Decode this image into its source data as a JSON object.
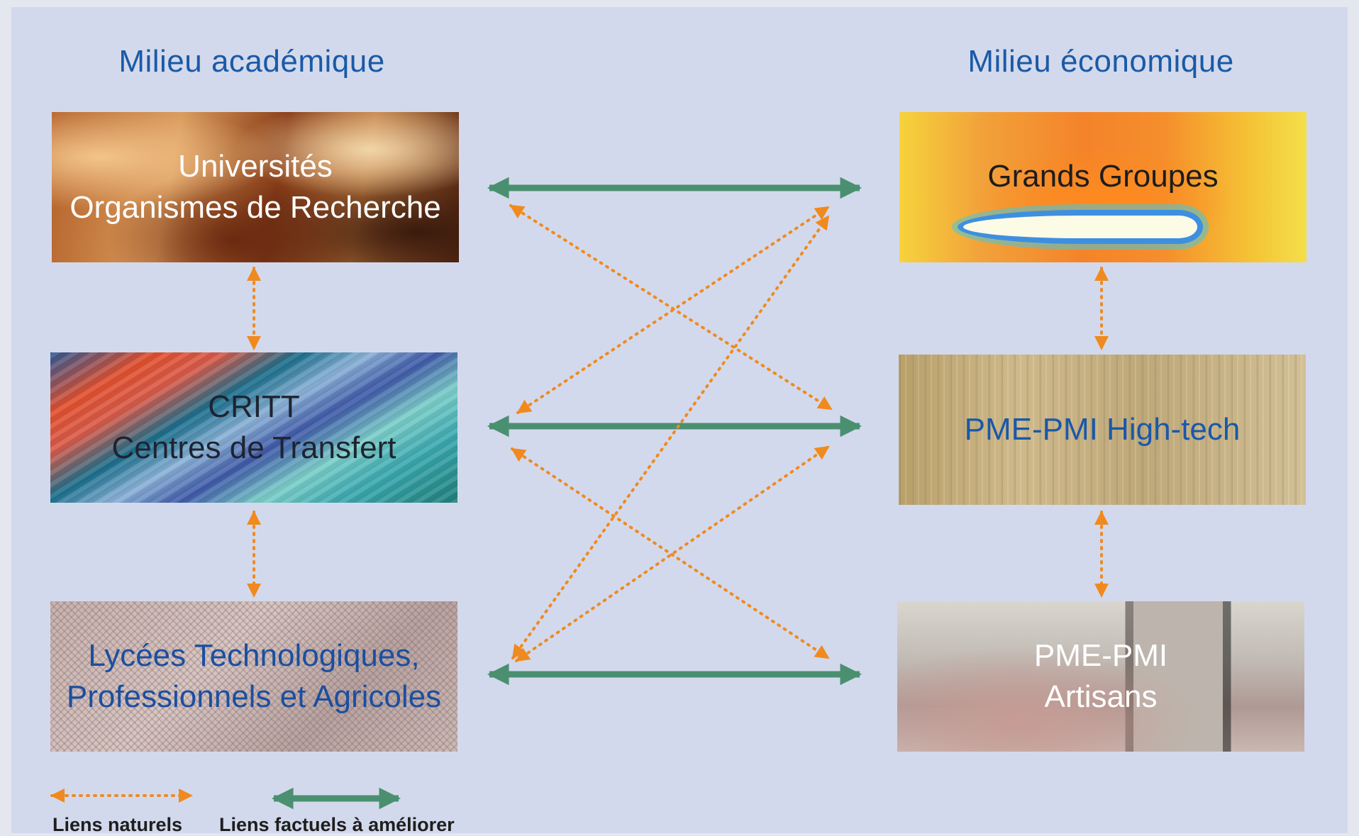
{
  "headings": {
    "left": "Milieu académique",
    "right": "Milieu économique"
  },
  "boxes": {
    "universites": [
      "Universités",
      "Organismes de Recherche"
    ],
    "critt": [
      "CRITT",
      "Centres de Transfert"
    ],
    "lycees": [
      "Lycées Technologiques,",
      "Professionnels et Agricoles"
    ],
    "grands_groupes": [
      "Grands Groupes"
    ],
    "pme_high_tech": [
      "PME-PMI High-tech"
    ],
    "pme_artisans": [
      "PME-PMI",
      "Artisans"
    ]
  },
  "legend": {
    "natural": "Liens naturels",
    "factual": "Liens factuels à améliorer"
  },
  "colors": {
    "natural_link": "#f08a1e",
    "factual_link": "#4a9070",
    "heading": "#1a5aa6"
  }
}
